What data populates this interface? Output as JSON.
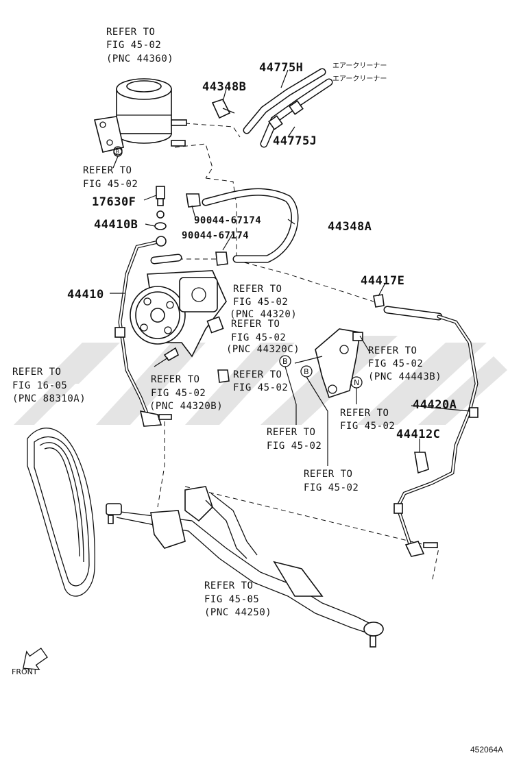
{
  "labels": {
    "refer_fig_45_02": "REFER TO",
    "fig_45_02": "FIG 45-02",
    "pnc_44360": "(PNC 44360)",
    "pnc_44320": "(PNC 44320)",
    "pnc_44320c": "(PNC 44320C)",
    "pnc_44443b": "(PNC 44443B)",
    "pnc_44320b": "(PNC 44320B)",
    "fig_16_05": "FIG 16-05",
    "pnc_88310a": "(PNC 88310A)",
    "fig_45_05": "FIG 45-05",
    "pnc_44250": "(PNC 44250)"
  },
  "part_numbers": {
    "p44775h": "44775H",
    "p44348b": "44348B",
    "p44775j": "44775J",
    "p17630f": "17630F",
    "p44410b": "44410B",
    "p90044_1": "90044-67174",
    "p90044_2": "90044-67174",
    "p44348a": "44348A",
    "p44410": "44410",
    "p44417e": "44417E",
    "p44420a": "44420A",
    "p44412c": "44412C"
  },
  "japanese": {
    "air_cleaner_1": "エアークリーナー",
    "air_cleaner_2": "エアークリーナー"
  },
  "markers": {
    "b1": "B",
    "b2": "B",
    "b3": "B",
    "n": "N"
  },
  "front": "FRONT",
  "diagram_code": "452064A"
}
